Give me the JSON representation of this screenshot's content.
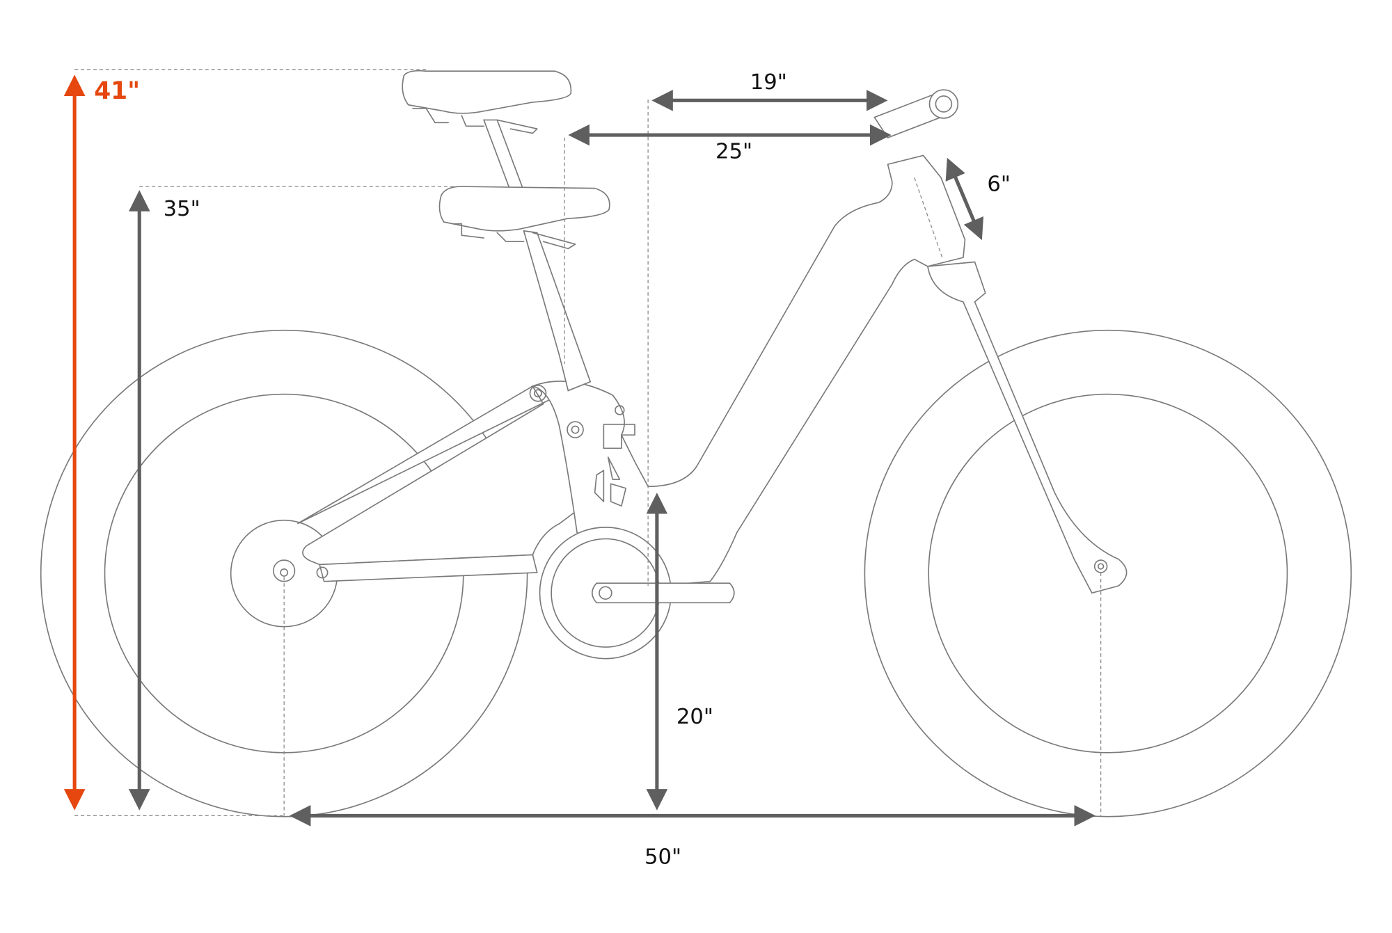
{
  "colors": {
    "highlight": "#e5470f",
    "dimension": "#5f5f5f",
    "outline": "#7a7a7a"
  },
  "dimensions": {
    "max_saddle_height": "41\"",
    "min_saddle_height": "35\"",
    "reach_top": "19\"",
    "reach_saddle": "25\"",
    "head_tube": "6\"",
    "standover": "20\"",
    "wheelbase": "50\""
  }
}
